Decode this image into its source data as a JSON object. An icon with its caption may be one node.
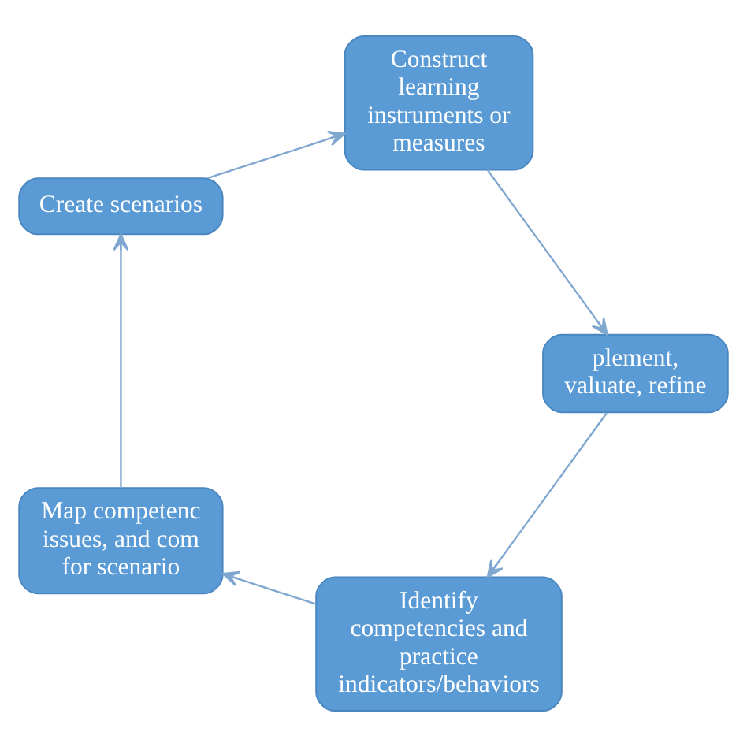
{
  "diagram": {
    "nodes": [
      {
        "text": [
          "Identify competencies and practice indicators/behaviors"
        ]
      },
      {
        "text": [
          "Map competenc issues, and com for scenario"
        ]
      },
      {
        "text": [
          "Create scenarios"
        ]
      },
      {
        "text": [
          "Construct learning instruments or measures"
        ]
      },
      {
        "text": [
          "plement, valuate, refine"
        ]
      }
    ],
    "edges": [
      {
        "from": 0,
        "to": 1,
        "arrow": "to"
      },
      {
        "from": 1,
        "to": 2,
        "arrow": "to"
      },
      {
        "from": 2,
        "to": 3,
        "arrow": "to"
      },
      {
        "from": 3,
        "to": 4,
        "arrow": "to"
      },
      {
        "from": 4,
        "to": 0,
        "arrow": "to"
      }
    ]
  }
}
